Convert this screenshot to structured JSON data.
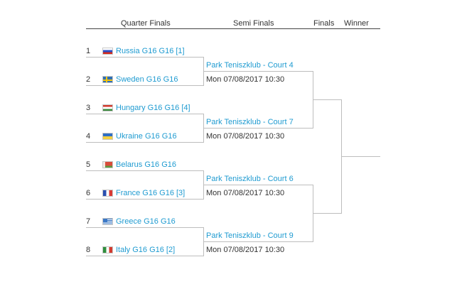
{
  "headers": {
    "quarter_finals": "Quarter Finals",
    "semi_finals": "Semi Finals",
    "finals": "Finals",
    "winner": "Winner"
  },
  "entries": [
    {
      "seed": "1",
      "team": "Russia G16 G16 [1]",
      "flag": "russia-flag"
    },
    {
      "seed": "2",
      "team": "Sweden G16 G16",
      "flag": "sweden-flag"
    },
    {
      "seed": "3",
      "team": "Hungary G16 G16 [4]",
      "flag": "hungary-flag"
    },
    {
      "seed": "4",
      "team": "Ukraine G16 G16",
      "flag": "ukraine-flag"
    },
    {
      "seed": "5",
      "team": "Belarus G16 G16",
      "flag": "belarus-flag"
    },
    {
      "seed": "6",
      "team": "France G16 G16 [3]",
      "flag": "france-flag"
    },
    {
      "seed": "7",
      "team": "Greece G16 G16",
      "flag": "greece-flag"
    },
    {
      "seed": "8",
      "team": "Italy G16 G16 [2]",
      "flag": "italy-flag"
    }
  ],
  "matches": [
    {
      "court": "Park Teniszklub - Court 4",
      "datetime": "Mon 07/08/2017 10:30"
    },
    {
      "court": "Park Teniszklub - Court 7",
      "datetime": "Mon 07/08/2017 10:30"
    },
    {
      "court": "Park Teniszklub - Court 6",
      "datetime": "Mon 07/08/2017 10:30"
    },
    {
      "court": "Park Teniszklub - Court 9",
      "datetime": "Mon 07/08/2017 10:30"
    }
  ]
}
